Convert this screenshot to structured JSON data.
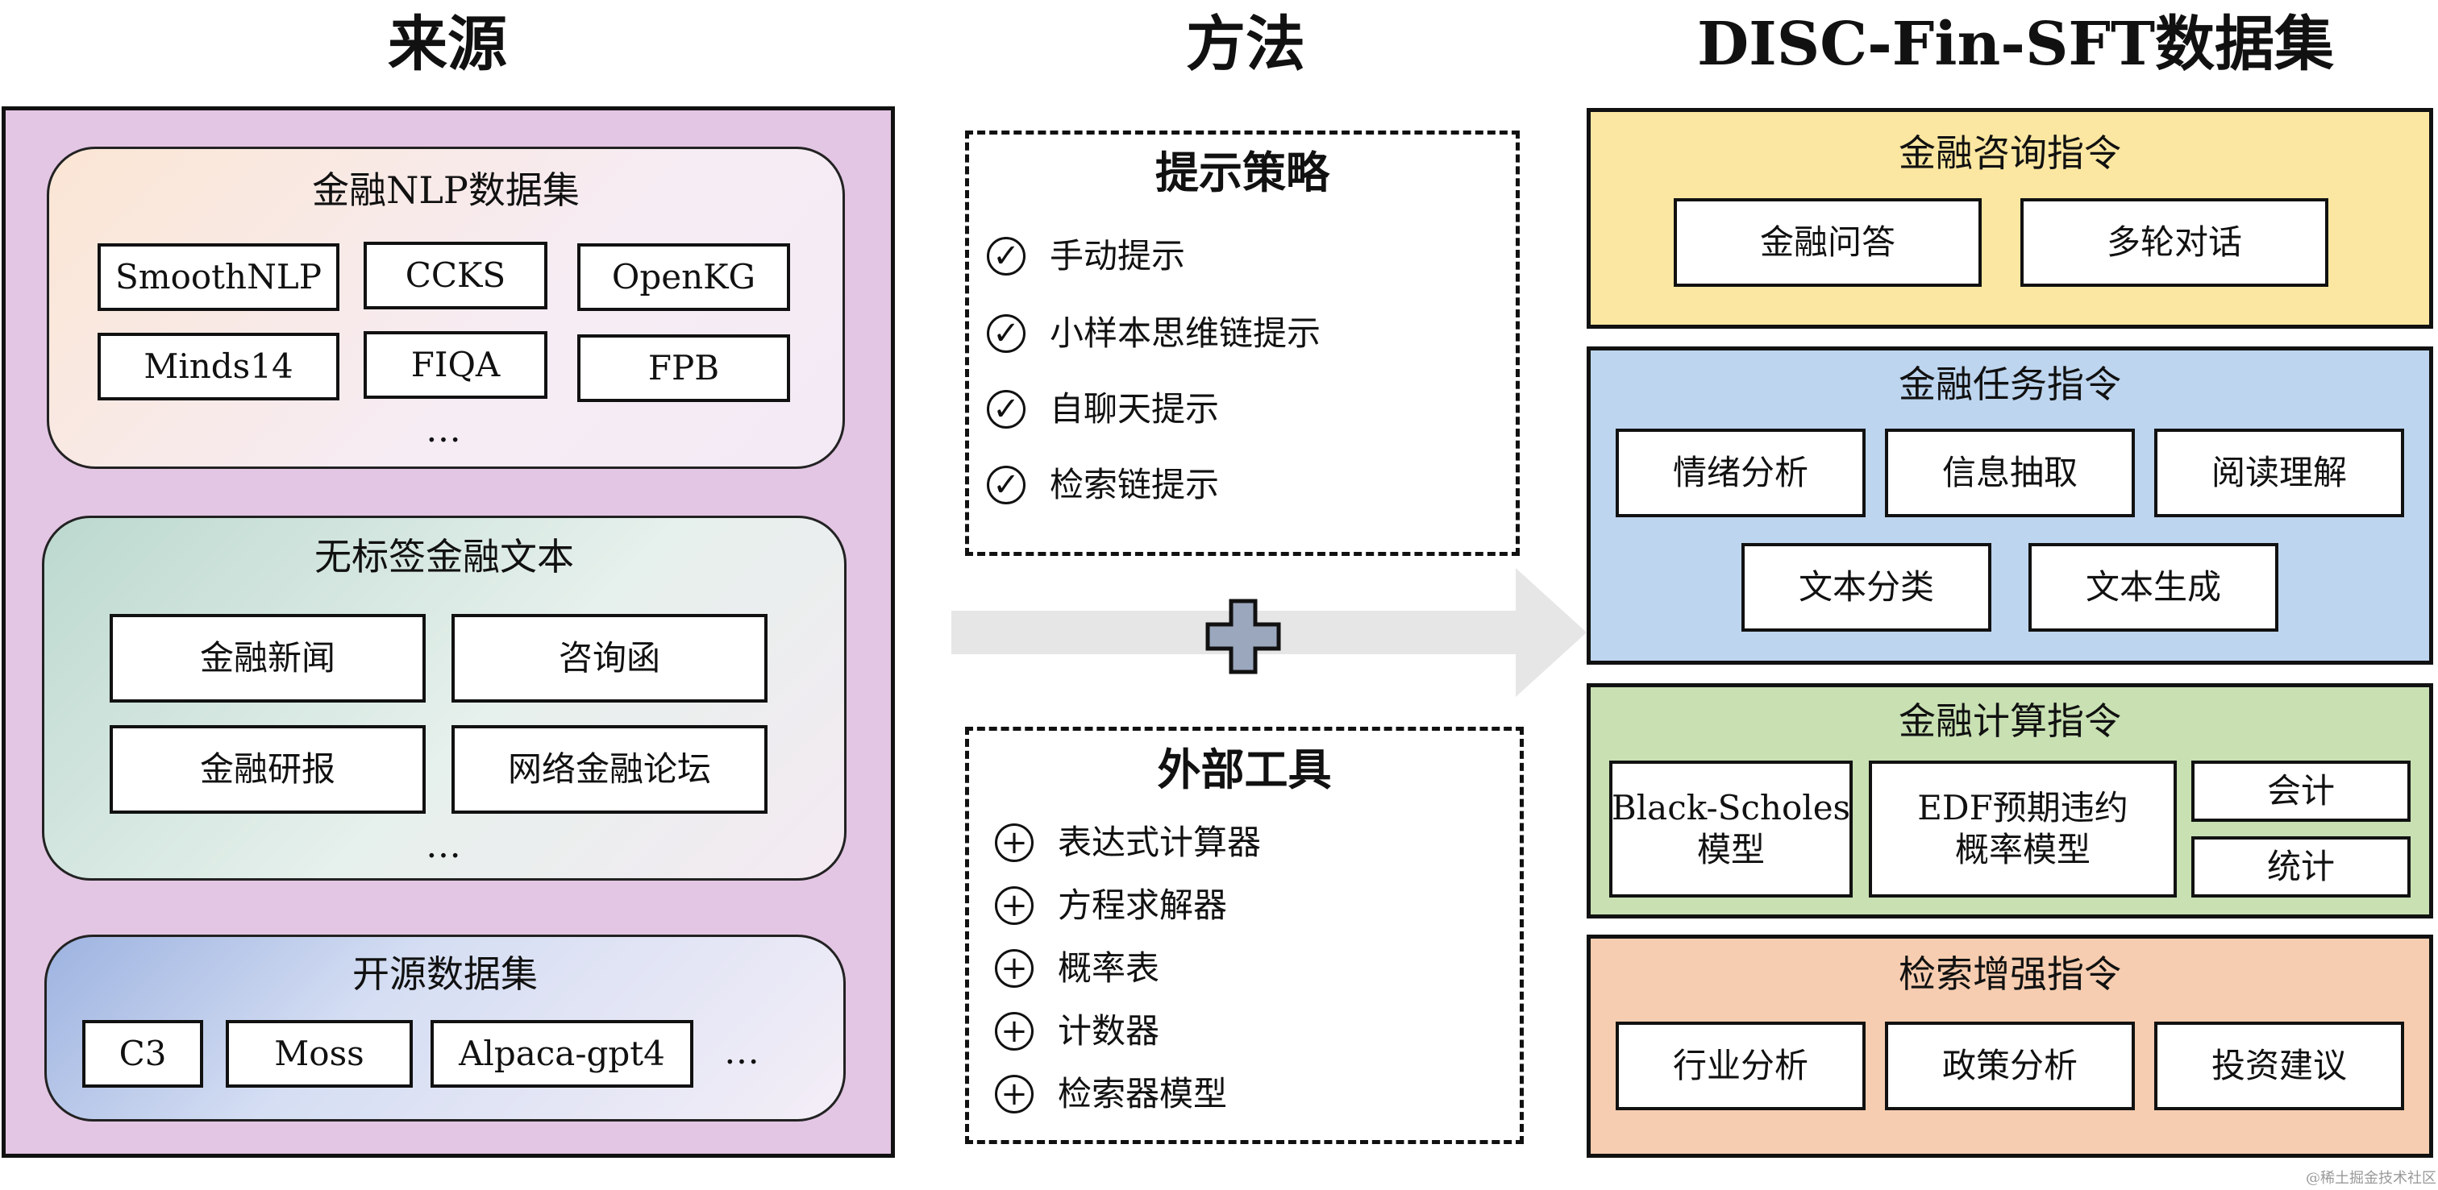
{
  "columns": {
    "source": "来源",
    "method": "方法",
    "dataset": "DISC-Fin-SFT数据集"
  },
  "sources": {
    "nlp": {
      "title": "金融NLP数据集",
      "items": [
        "SmoothNLP",
        "CCKS",
        "OpenKG",
        "Minds14",
        "FIQA",
        "FPB"
      ],
      "more": "…"
    },
    "unlabeled": {
      "title": "无标签金融文本",
      "items": [
        "金融新闻",
        "咨询函",
        "金融研报",
        "网络金融论坛"
      ],
      "more": "…"
    },
    "open": {
      "title": "开源数据集",
      "items": [
        "C3",
        "Moss",
        "Alpaca-gpt4"
      ],
      "more": "…"
    }
  },
  "methods": {
    "prompt": {
      "title": "提示策略",
      "icon": "check-circle-icon",
      "items": [
        "手动提示",
        "小样本思维链提示",
        "自聊天提示",
        "检索链提示"
      ]
    },
    "tools": {
      "title": "外部工具",
      "icon": "plus-circle-icon",
      "items": [
        "表达式计算器",
        "方程求解器",
        "概率表",
        "计数器",
        "检索器模型"
      ]
    }
  },
  "dataset": {
    "consult": {
      "title": "金融咨询指令",
      "color": "#fbe7a1",
      "items": [
        "金融问答",
        "多轮对话"
      ]
    },
    "task": {
      "title": "金融任务指令",
      "color": "#bdd5ee",
      "items": [
        "情绪分析",
        "信息抽取",
        "阅读理解",
        "文本分类",
        "文本生成"
      ]
    },
    "compute": {
      "title": "金融计算指令",
      "color": "#c8e0b2",
      "items": [
        [
          "Black-Scholes",
          "模型"
        ],
        [
          "EDF预期违约",
          "概率模型"
        ],
        "会计",
        "统计"
      ]
    },
    "retrieval": {
      "title": "检索增强指令",
      "color": "#f6cdb0",
      "items": [
        "行业分析",
        "政策分析",
        "投资建议"
      ]
    }
  },
  "colors": {
    "source_panel": "#e3c6e3",
    "arrow": "#e6e6e6"
  },
  "watermark": "@稀土掘金技术社区"
}
